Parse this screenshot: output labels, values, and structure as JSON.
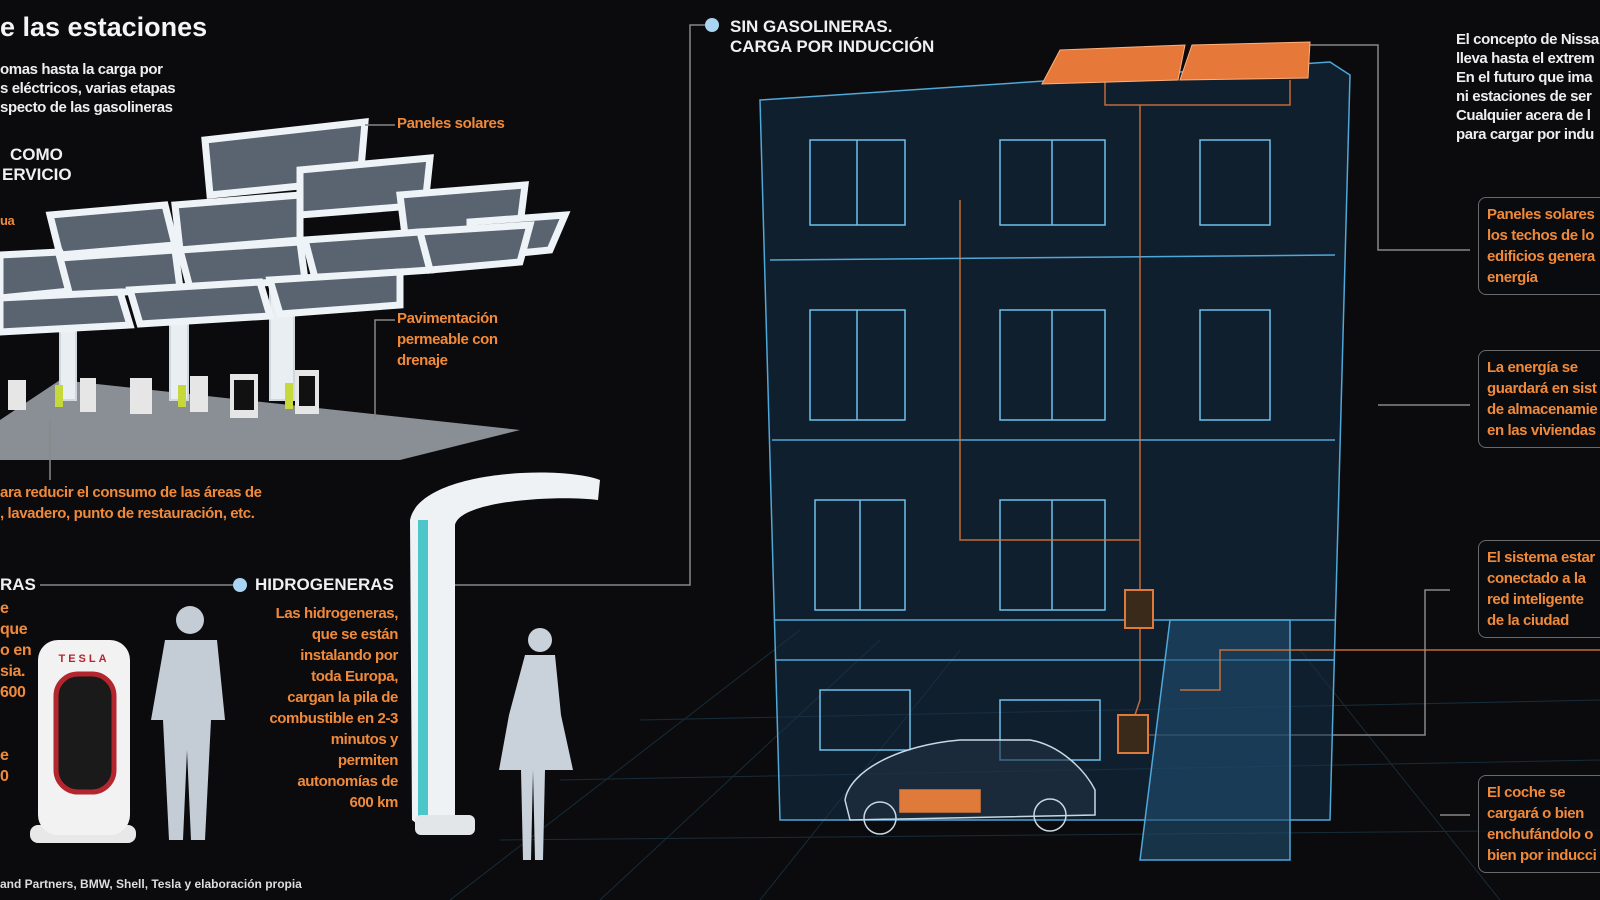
{
  "header": {
    "title": "e las estaciones",
    "intro": [
      "omas hasta la carga por",
      "s eléctricos, varias etapas",
      "specto de las gasolineras"
    ]
  },
  "station": {
    "heading": [
      "COMO",
      "ERVICIO"
    ],
    "side_label": "ua",
    "solar_label": "Paneles solares",
    "paving_label": [
      "Pavimentación",
      "permeable con",
      "drenaje"
    ],
    "note": [
      "ara reducir el consumo de las áreas de",
      ", lavadero, punto de restauración, etc."
    ]
  },
  "electrolineras": {
    "heading": "RAS",
    "text": [
      "e",
      "que",
      "o en",
      "sia.",
      "600",
      "",
      "",
      "e",
      "0"
    ],
    "brand": "TESLA"
  },
  "hydrogen": {
    "heading": "HIDROGENERAS",
    "text": [
      "Las hidrogeneras,",
      "que se están",
      "instalando por",
      "toda Europa,",
      "cargan la pila de",
      "combustible en 2-3",
      "minutos y",
      "permiten",
      "autonomías de",
      "600 km"
    ]
  },
  "source": "and Partners, BMW, Shell, Tesla y elaboración propia",
  "induction": {
    "heading": [
      "SIN GASOLINERAS.",
      "CARGA POR INDUCCIÓN"
    ],
    "intro": [
      "El concepto de Nissa",
      "lleva hasta el extrem",
      "En el futuro que ima",
      "ni estaciones de ser",
      "Cualquier acera de l",
      "para cargar por indu"
    ],
    "boxes": [
      {
        "lines": [
          "Paneles solares",
          "los techos de lo",
          "edificios genera",
          "energía"
        ]
      },
      {
        "lines": [
          "La energía se",
          "guardará en sist",
          "de almacenamie",
          "en las viviendas"
        ]
      },
      {
        "lines": [
          "El sistema estar",
          "conectado a la",
          "red inteligente",
          "de la ciudad"
        ]
      },
      {
        "lines": [
          "El coche se",
          "cargará o bien",
          "enchufándolo o",
          "bien por inducci"
        ]
      }
    ]
  },
  "colors": {
    "accent": "#f08a3a",
    "wire": "#4fa8d8",
    "dot": "#a9d4f2"
  }
}
